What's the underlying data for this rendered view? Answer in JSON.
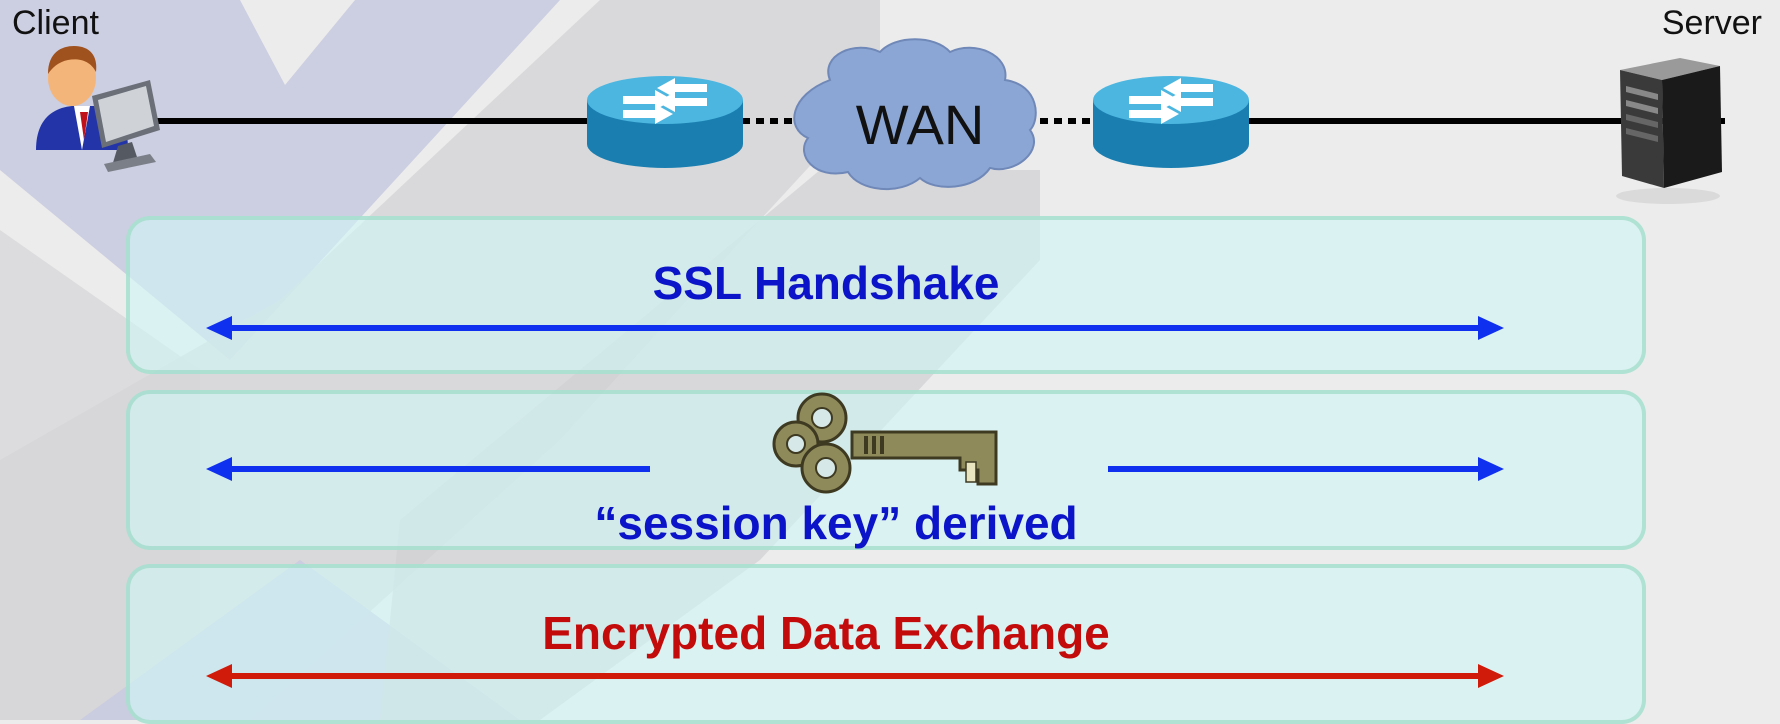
{
  "diagram": {
    "client_label": "Client",
    "server_label": "Server",
    "wan_label": "WAN",
    "stages": {
      "handshake": "SSL Handshake",
      "session_key": "“session key” derived",
      "encrypted": "Encrypted Data Exchange"
    },
    "colors": {
      "handshake": "#0b14c8",
      "session_key": "#0b14c8",
      "encrypted": "#c40b0b",
      "arrow_blue": "#1030f0",
      "arrow_red": "#d01a0a",
      "router": "#1a8fbf",
      "cloud": "#8ba6d4",
      "key": "#8f8a5a"
    },
    "icons": [
      "client-user-icon",
      "router-icon",
      "wan-cloud-icon",
      "server-icon",
      "key-icon"
    ]
  }
}
